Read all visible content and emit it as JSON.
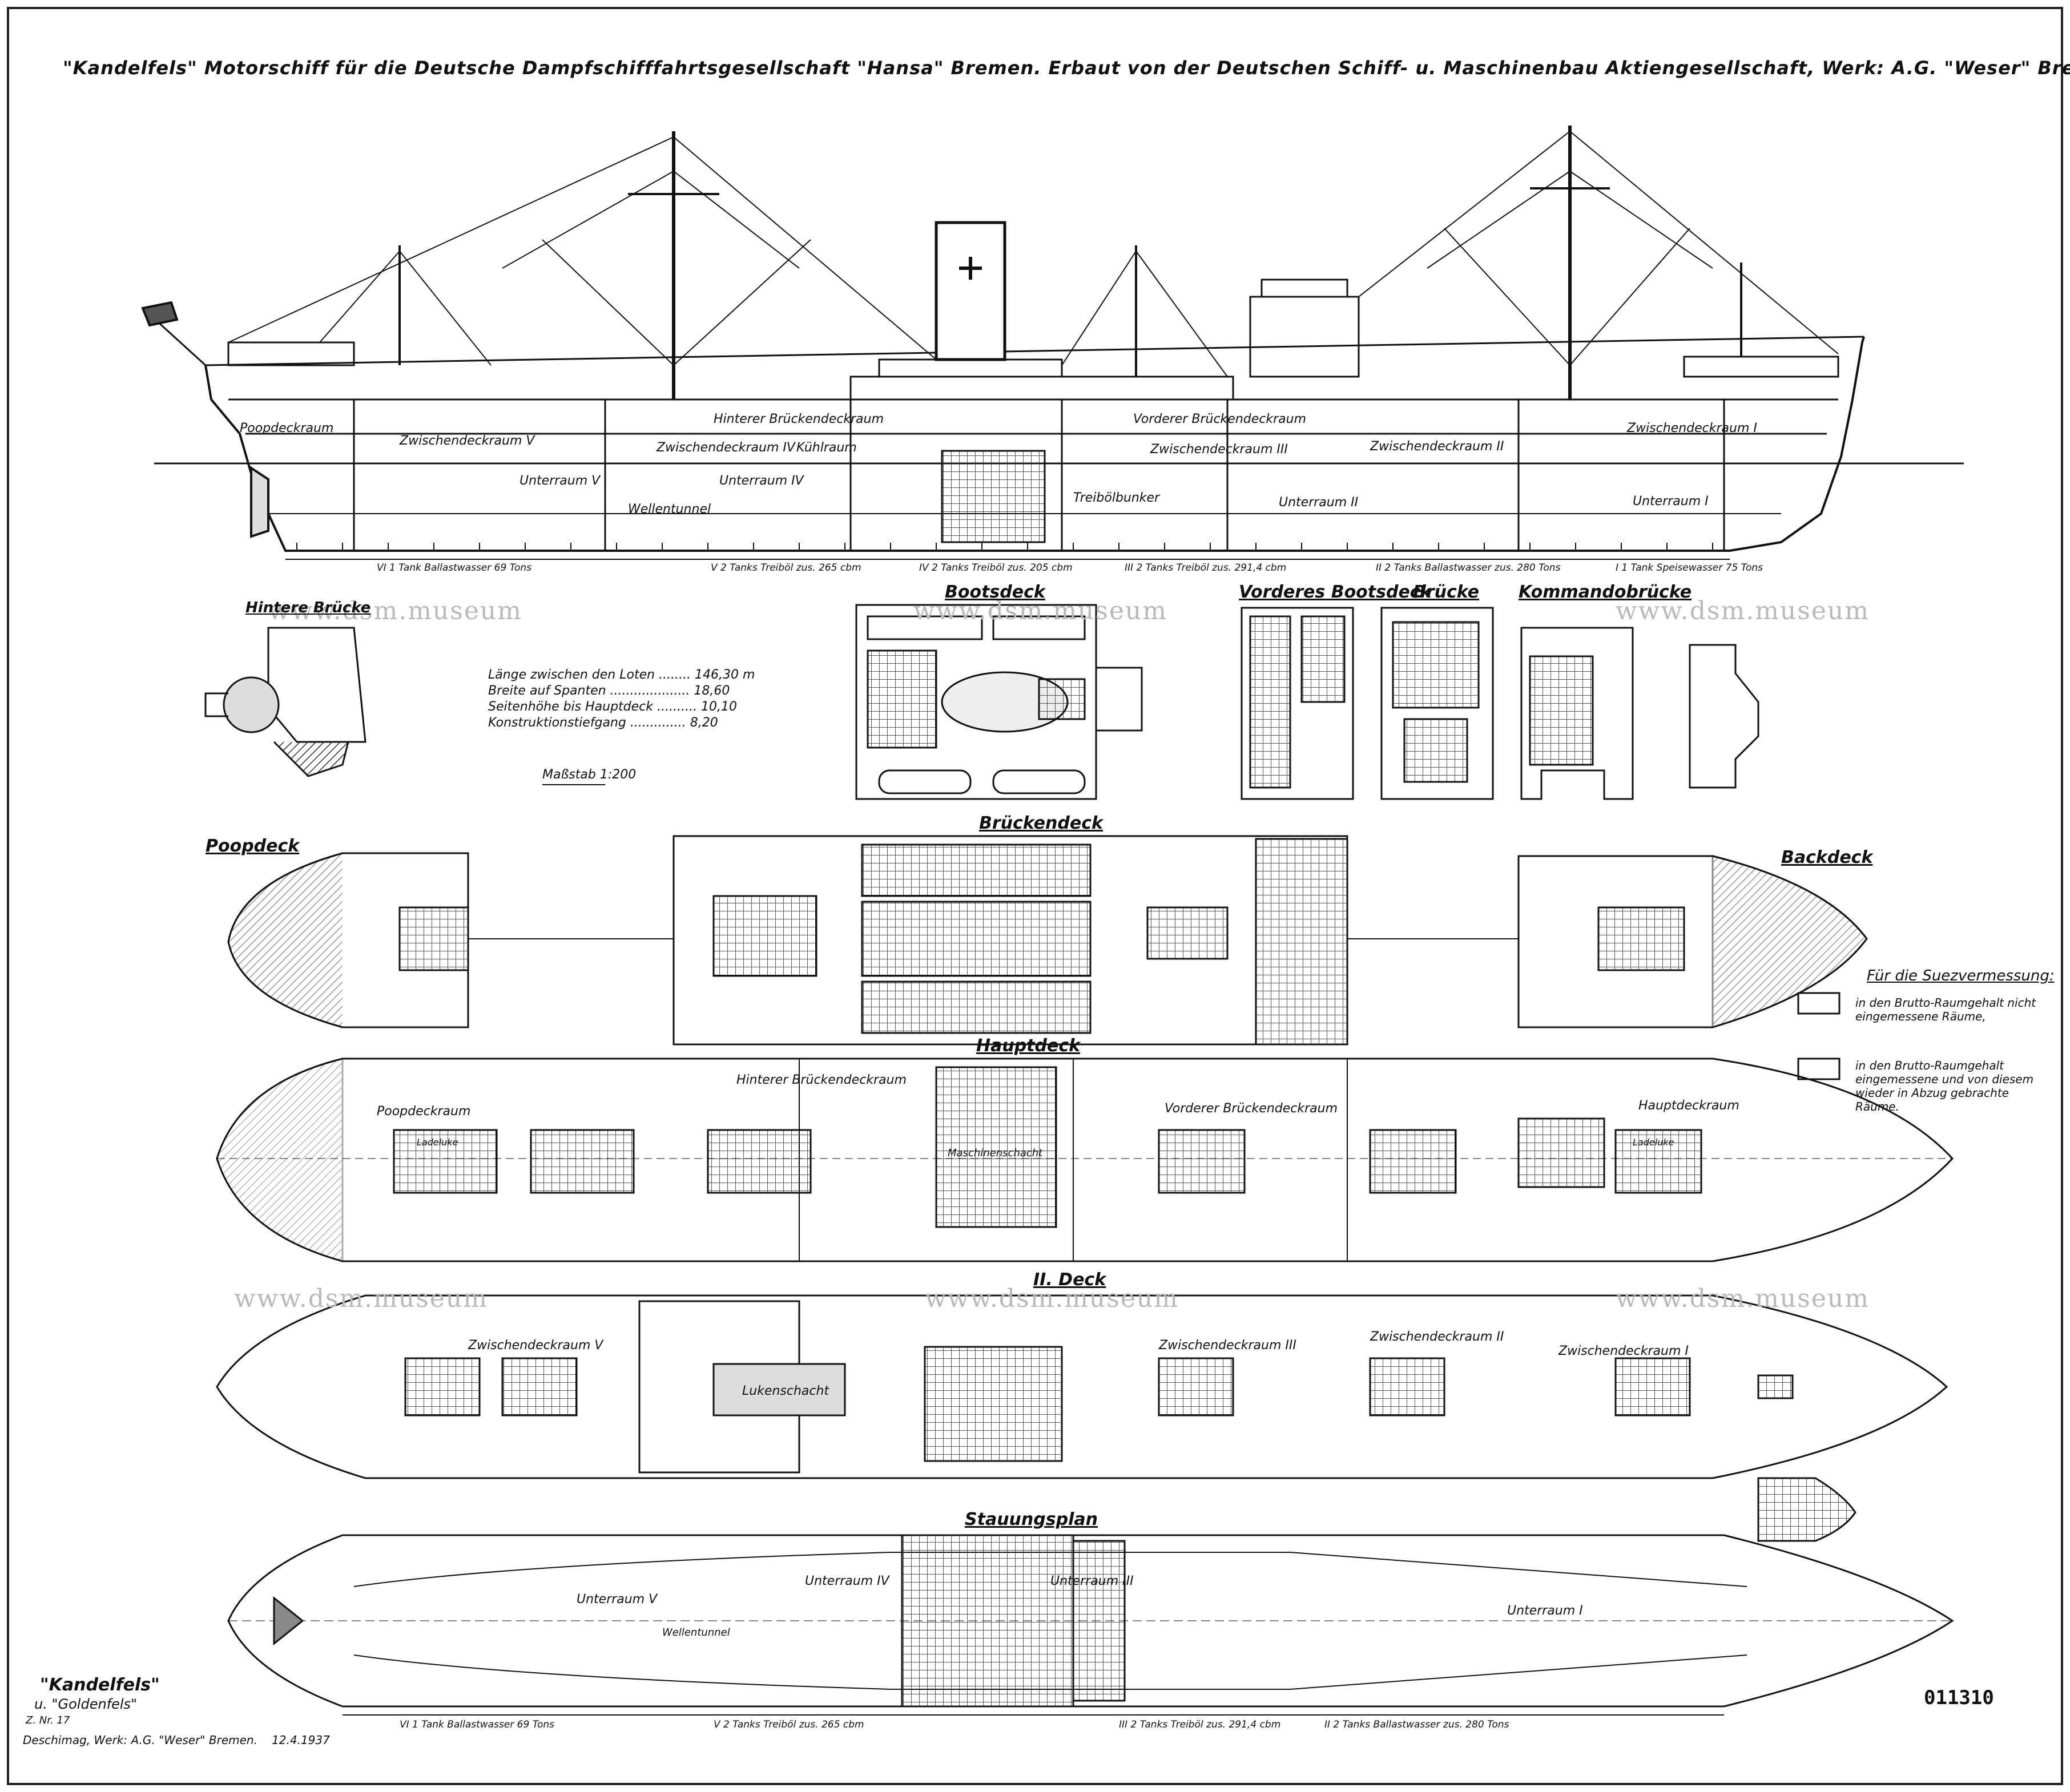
{
  "title": "\"Kandelfels\" Motorschiff für die Deutsche Dampfschifffahrtsgesellschaft \"Hansa\" Bremen.  Erbaut von der Deutschen Schiff- u. Maschinenbau Aktiengesellschaft, Werk: A.G. \"Weser\" Bremen.",
  "watermark": "www.dsm.museum",
  "sections": {
    "hintere_bruecke": "Hintere Brücke",
    "bootsdeck": "Bootsdeck",
    "vorderes_bootsdeck": "Vorderes Bootsdeck",
    "bruecke": "Brücke",
    "kommandobruecke": "Kommandobrücke",
    "poopdeck": "Poopdeck",
    "brueckendeck": "Brückendeck",
    "backdeck": "Backdeck",
    "hauptdeck": "Hauptdeck",
    "ii_deck": "II. Deck",
    "stauungsplan": "Stauungsplan"
  },
  "dimensions": {
    "rows": [
      {
        "label": "Länge zwischen den Loten",
        "value": "146,30 m"
      },
      {
        "label": "Breite auf Spanten",
        "value": "18,60"
      },
      {
        "label": "Seitenhöhe bis Hauptdeck",
        "value": "10,10"
      },
      {
        "label": "Konstruktionstiefgang",
        "value": "8,20"
      }
    ],
    "scale": "Maßstab 1:200"
  },
  "legend": {
    "heading": "Für die Suezvermessung:",
    "item1": "in den Brutto-Raumgehalt nicht eingemessene Räume,",
    "item2": "in den Brutto-Raumgehalt eingemessene und von diesem wieder in Abzug gebrachte Räume."
  },
  "profile_labels": {
    "poopdeckraum": "Poopdeckraum",
    "zwischendeckraum_v": "Zwischendeckraum V",
    "unterraum_v": "Unterraum V",
    "wellentunnel": "Wellentunnel",
    "hinterer_brueckendeckraum": "Hinterer Brückendeckraum",
    "zwischendeckraum_iv": "Zwischendeckraum IV",
    "kuehlraum": "Kühlraum",
    "unterraum_iv": "Unterraum IV",
    "treiboelbunker": "Treibölbunker",
    "vorderer_brueckendeckraum": "Vorderer Brückendeckraum",
    "zwischendeckraum_iii": "Zwischendeckraum III",
    "unterraum_ii": "Unterraum II",
    "zwischendeckraum_ii": "Zwischendeckraum II",
    "unterraum_i": "Unterraum I",
    "zwischendeckraum_i": "Zwischendeckraum I",
    "hauptdeckraum": "Hauptdeckraum",
    "ladeluke": "Ladeluke",
    "lukenschacht": "Lukenschacht",
    "maschinenschacht": "Maschinenschacht",
    "unterraum_iii": "Unterraum III",
    "tank_line": [
      "VI 1 Tank Ballastwasser 69 Tons",
      "V 2 Tanks Treiböl zus. 265 cbm",
      "IV 2 Tanks Treiböl zus. 205 cbm",
      "III 2 Tanks Treiböl zus. 291,4 cbm",
      "II 2 Tanks Ballastwasser zus. 280 Tons",
      "I 1 Tank Speisewasser 75 Tons"
    ]
  },
  "stamp": {
    "name1": "\"Kandelfels\"",
    "name2": "u. \"Goldenfels\"",
    "bau_nr": "Z. Nr. 17",
    "werft": "Deschimag, Werk: A.G. \"Weser\" Bremen.",
    "date": "12.4.1937"
  },
  "drawing_number": "011310",
  "colors": {
    "ink": "#111111",
    "paper": "#ffffff",
    "shade": "#8a8a8a",
    "watermark": "#b9b9b9"
  }
}
